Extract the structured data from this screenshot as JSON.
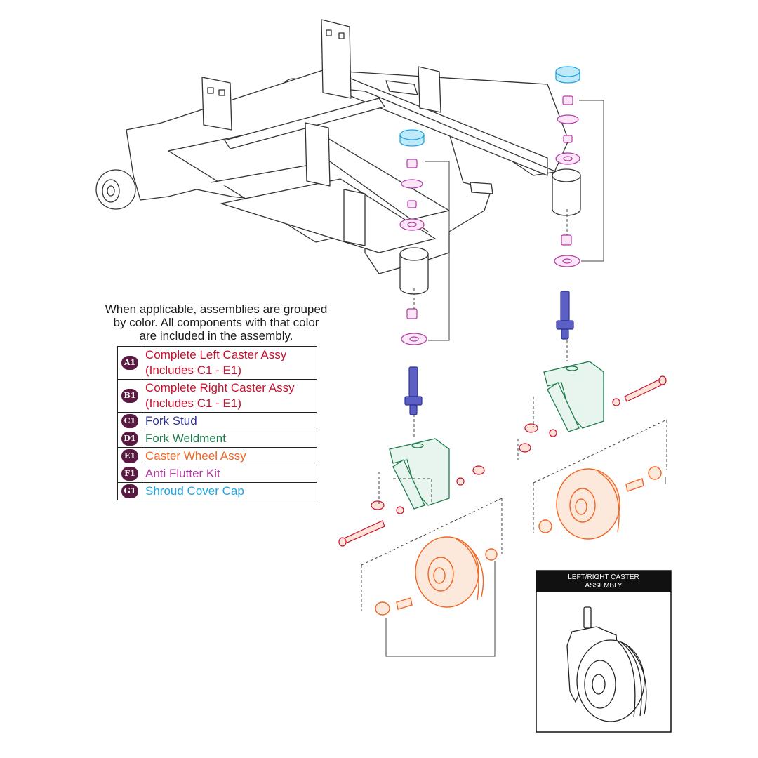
{
  "note": {
    "line1": "When applicable, assemblies are grouped",
    "line2": "by color. All components with that color",
    "line3": "are included in the assembly."
  },
  "legend": [
    {
      "code": "A1",
      "lines": [
        "Complete Left Caster Assy",
        "(Includes C1 - E1)"
      ],
      "color": "#c8102e"
    },
    {
      "code": "B1",
      "lines": [
        "Complete Right Caster Assy",
        "(Includes C1 - E1)"
      ],
      "color": "#c8102e"
    },
    {
      "code": "C1",
      "lines": [
        "Fork Stud"
      ],
      "color": "#2e3192"
    },
    {
      "code": "D1",
      "lines": [
        "Fork Weldment"
      ],
      "color": "#1e7b4a"
    },
    {
      "code": "E1",
      "lines": [
        "Caster Wheel Assy"
      ],
      "color": "#f26522"
    },
    {
      "code": "F1",
      "lines": [
        "Anti Flutter Kit"
      ],
      "color": "#b23aa6"
    },
    {
      "code": "G1",
      "lines": [
        "Shroud Cover Cap"
      ],
      "color": "#1fa5e0"
    }
  ],
  "inset": {
    "title_line1": "LEFT/RIGHT CASTER",
    "title_line2": "ASSEMBLY"
  },
  "colors": {
    "badge": "#5a1940",
    "frame_line": "#333333",
    "stud": "#2e3192",
    "fork": "#1e7b4a",
    "wheel": "#f26522",
    "flutter": "#b23aa6",
    "cap": "#1fa5e0"
  }
}
